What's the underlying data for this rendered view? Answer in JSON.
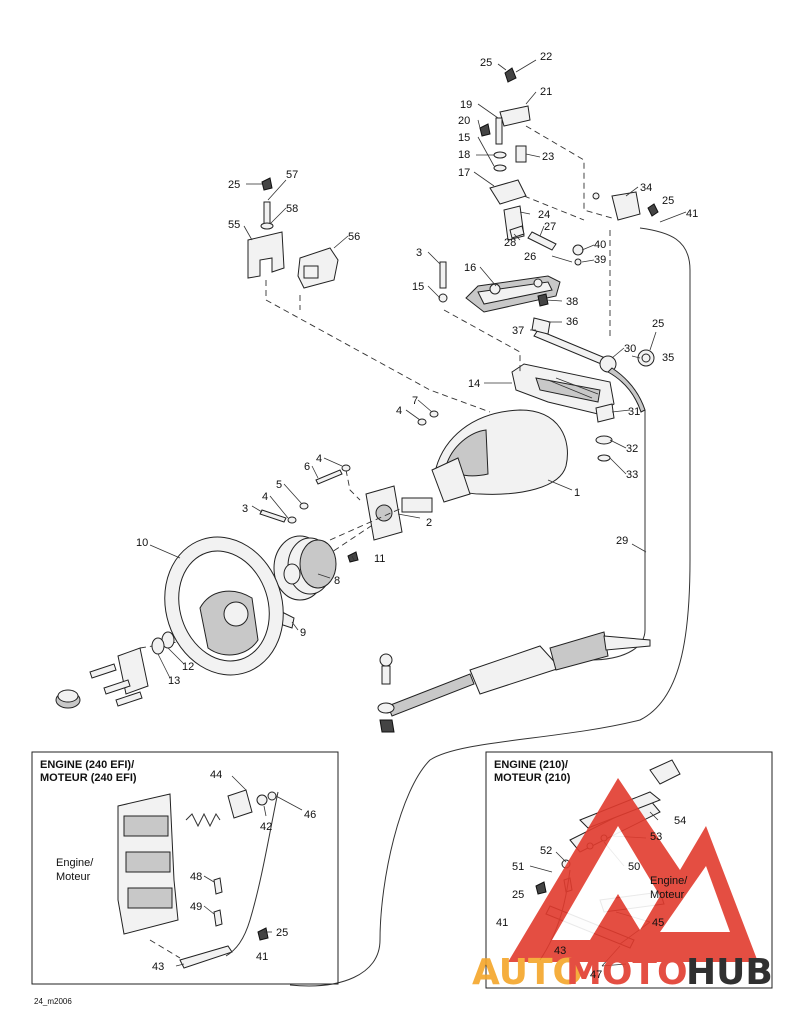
{
  "diagram": {
    "parts": [
      "1",
      "2",
      "3",
      "4",
      "5",
      "6",
      "7",
      "8",
      "9",
      "10",
      "11",
      "12",
      "13",
      "14",
      "15",
      "16",
      "17",
      "18",
      "19",
      "20",
      "21",
      "22",
      "23",
      "24",
      "25",
      "26",
      "27",
      "28",
      "29",
      "30",
      "31",
      "32",
      "33",
      "34",
      "35",
      "36",
      "37",
      "38",
      "39",
      "40",
      "41",
      "42",
      "43",
      "44",
      "45",
      "46",
      "47",
      "48",
      "49",
      "50",
      "51",
      "52",
      "53",
      "54",
      "55",
      "56",
      "57",
      "58"
    ],
    "inset_240": {
      "title_line1": "ENGINE (240 EFI)/",
      "title_line2": "MOTEUR (240 EFI)",
      "engine_line1": "Engine/",
      "engine_line2": "Moteur"
    },
    "inset_210": {
      "title_line1": "ENGINE (210)/",
      "title_line2": "MOTEUR (210)",
      "engine_line1": "Engine/",
      "engine_line2": "Moteur"
    },
    "footer_code": "24_m2006"
  },
  "watermark": {
    "text_auto": "AUTO",
    "text_moto": "MOTO",
    "text_hub": "HUB",
    "color_red": "#e23b2e",
    "color_orange": "#f4a62a",
    "color_black": "#1a1a1a"
  }
}
